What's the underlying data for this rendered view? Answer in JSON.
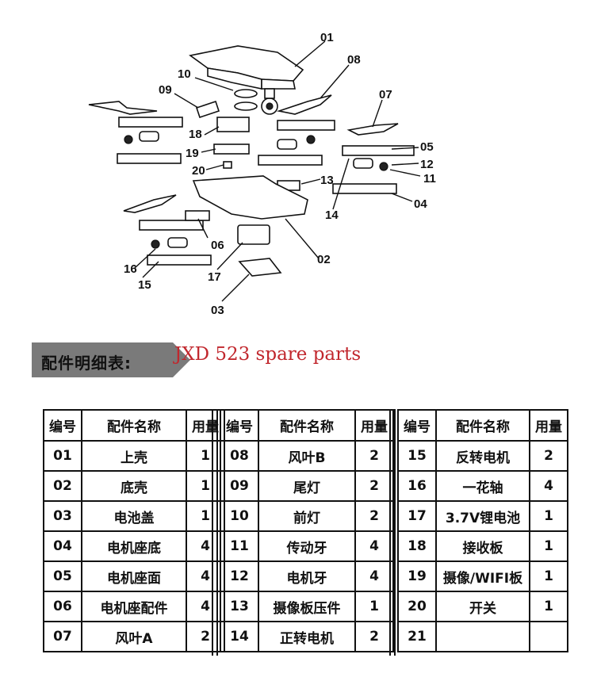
{
  "diagram": {
    "callouts": [
      "01",
      "02",
      "03",
      "04",
      "05",
      "06",
      "07",
      "08",
      "09",
      "10",
      "11",
      "12",
      "13",
      "14",
      "15",
      "16",
      "17",
      "18",
      "19",
      "20"
    ]
  },
  "header": {
    "zh_title": "配件明细表:",
    "en_title": "JXD 523 spare parts"
  },
  "table": {
    "headers": {
      "num": "编号",
      "name": "配件名称",
      "qty": "用量"
    },
    "col1": [
      {
        "num": "01",
        "name": "上壳",
        "qty": "1"
      },
      {
        "num": "02",
        "name": "底壳",
        "qty": "1"
      },
      {
        "num": "03",
        "name": "电池盖",
        "qty": "1"
      },
      {
        "num": "04",
        "name": "电机座底",
        "qty": "4"
      },
      {
        "num": "05",
        "name": "电机座面",
        "qty": "4"
      },
      {
        "num": "06",
        "name": "电机座配件",
        "qty": "4"
      },
      {
        "num": "07",
        "name": "风叶A",
        "qty": "2"
      }
    ],
    "col2": [
      {
        "num": "08",
        "name": "风叶B",
        "qty": "2"
      },
      {
        "num": "09",
        "name": "尾灯",
        "qty": "2"
      },
      {
        "num": "10",
        "name": "前灯",
        "qty": "2"
      },
      {
        "num": "11",
        "name": "传动牙",
        "qty": "4"
      },
      {
        "num": "12",
        "name": "电机牙",
        "qty": "4"
      },
      {
        "num": "13",
        "name": "摄像板压件",
        "qty": "1"
      },
      {
        "num": "14",
        "name": "正转电机",
        "qty": "2"
      }
    ],
    "col3": [
      {
        "num": "15",
        "name": "反转电机",
        "qty": "2"
      },
      {
        "num": "16",
        "name": "一花轴",
        "qty": "4"
      },
      {
        "num": "17",
        "name": "3.7V锂电池",
        "qty": "1"
      },
      {
        "num": "18",
        "name": "接收板",
        "qty": "1"
      },
      {
        "num": "19",
        "name": "摄像/WIFI板",
        "qty": "1"
      },
      {
        "num": "20",
        "name": "开关",
        "qty": "1"
      },
      {
        "num": "21",
        "name": "",
        "qty": ""
      }
    ]
  }
}
